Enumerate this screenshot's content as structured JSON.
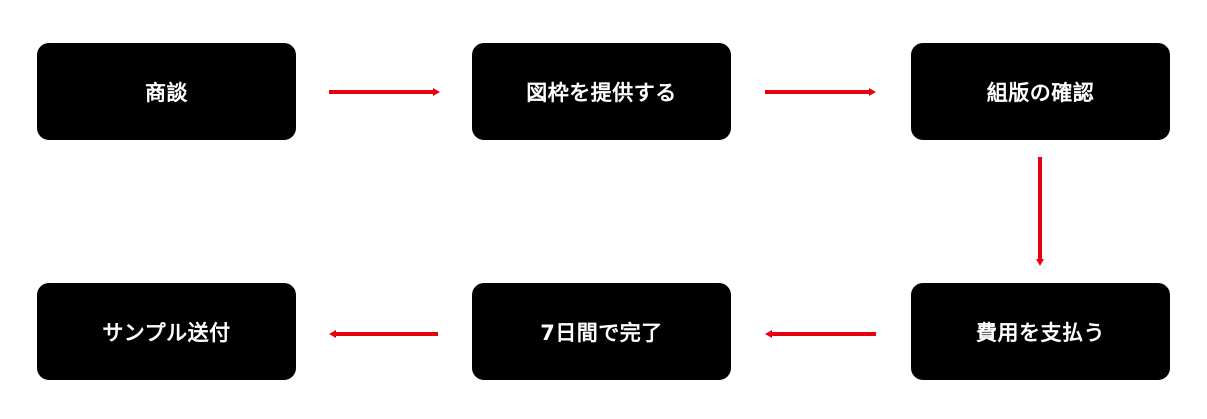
{
  "diagram": {
    "arrow_color": "#e60012",
    "box_color": "#000000",
    "text_color": "#ffffff",
    "steps": [
      {
        "label": "商談"
      },
      {
        "label": "図枠を提供する"
      },
      {
        "label": "組版の確認"
      },
      {
        "label": "費用を支払う"
      },
      {
        "label": "7日間で完了"
      },
      {
        "label": "サンプル送付"
      }
    ]
  }
}
